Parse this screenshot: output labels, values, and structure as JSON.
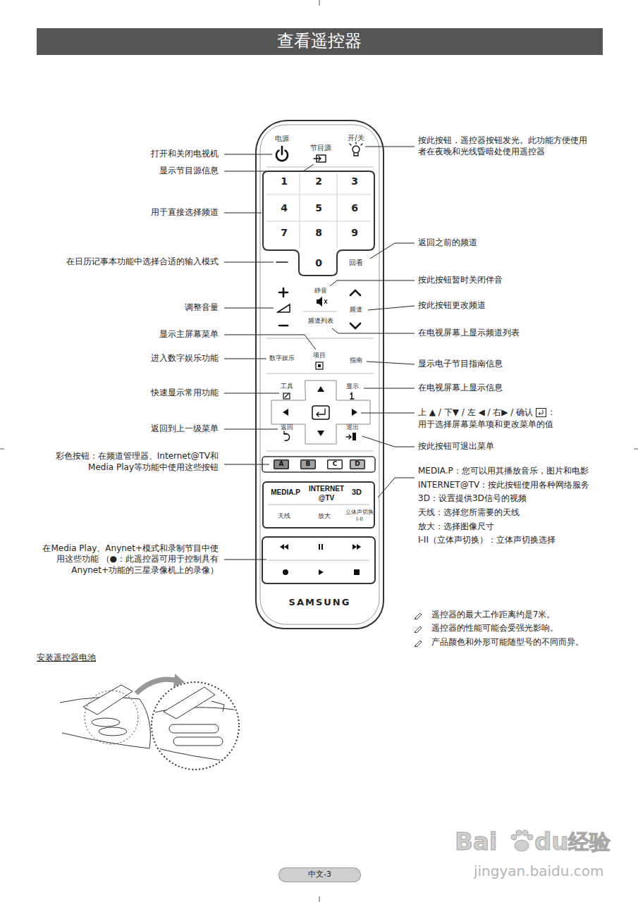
{
  "diagram": {
    "title": "查看遥控器",
    "nodes": [
      {
        "text": [
          "SAMSUNG"
        ]
      },
      {
        "text": [
          "1",
          "2",
          "3",
          "4",
          "5",
          "6",
          "7",
          "8",
          "9",
          "0"
        ],
        "in": 0
      },
      {
        "text": [
          "A"
        ],
        "in": 0
      },
      {
        "text": [
          "B"
        ],
        "in": 0
      },
      {
        "text": [
          "C"
        ],
        "in": 0
      },
      {
        "text": [
          "D"
        ],
        "in": 0
      },
      {
        "text": [
          "MEDIA.P",
          "INTERNET @TV",
          "3D",
          "天线",
          "放大",
          "立体声切换 I-II"
        ],
        "in": 0
      },
      {
        "text": [
          "中文-3"
        ]
      }
    ],
    "labels": [
      "电源",
      "节目源",
      "开/关",
      "回看",
      "静音",
      "频道",
      "频道列表",
      "数字娱乐",
      "项目",
      "指南",
      "工具",
      "显示",
      "返回",
      "退出",
      "打开和关闭电视机",
      "显示节目源信息",
      "用于直接选择频道",
      "在日历记事本功能中选择合适的输入模式",
      "调整音量",
      "显示主屏幕菜单",
      "进入数字娱乐功能",
      "快速显示常用功能",
      "返回到上一级菜单",
      "彩色按钮：在频道管理器、Internet@TV和 Media Play等功能中使用这些按钮",
      "在Media Play、Anynet+模式和录制节目中使 用这些功能 （●：此遥控器可用于控制具有 Anynet+功能的三星录像机上的录像）",
      "按此按钮，遥控器按钮发光。此功能方便使用者在夜晚和光线昏暗处使用遥控器",
      "返回之前的频道",
      "按此按钮暂时关闭伴音",
      "按此按钮更改频道",
      "在电视屏幕上显示频道列表",
      "显示电子节目指南信息",
      "在电视屏幕上显示信息",
      "上 ▲ / 下▼ / 左 ◀ / 右▶ / 确认",
      ":",
      "用于选择屏幕菜单项和更改菜单的值",
      "按此按钮可退出菜单",
      "MEDIA.P：您可以用其播放音乐，图片和电影",
      "INTERNET@TV：按此按钮使用各种网络服务",
      "3D：设置提供3D信号的视频",
      "天线：选择您所需要的天线",
      "放大：选择图像尺寸",
      "I-II（立体声切换）：立体声切换选择",
      "遥控器的最大工作距离约是7米。",
      "遥控器的性能可能会受强光影响。",
      "产品颜色和外形可能随型号的不同而异。",
      "安装遥控器电池",
      "Bai",
      "du",
      "经验",
      "jingyan.baidu.com"
    ]
  }
}
